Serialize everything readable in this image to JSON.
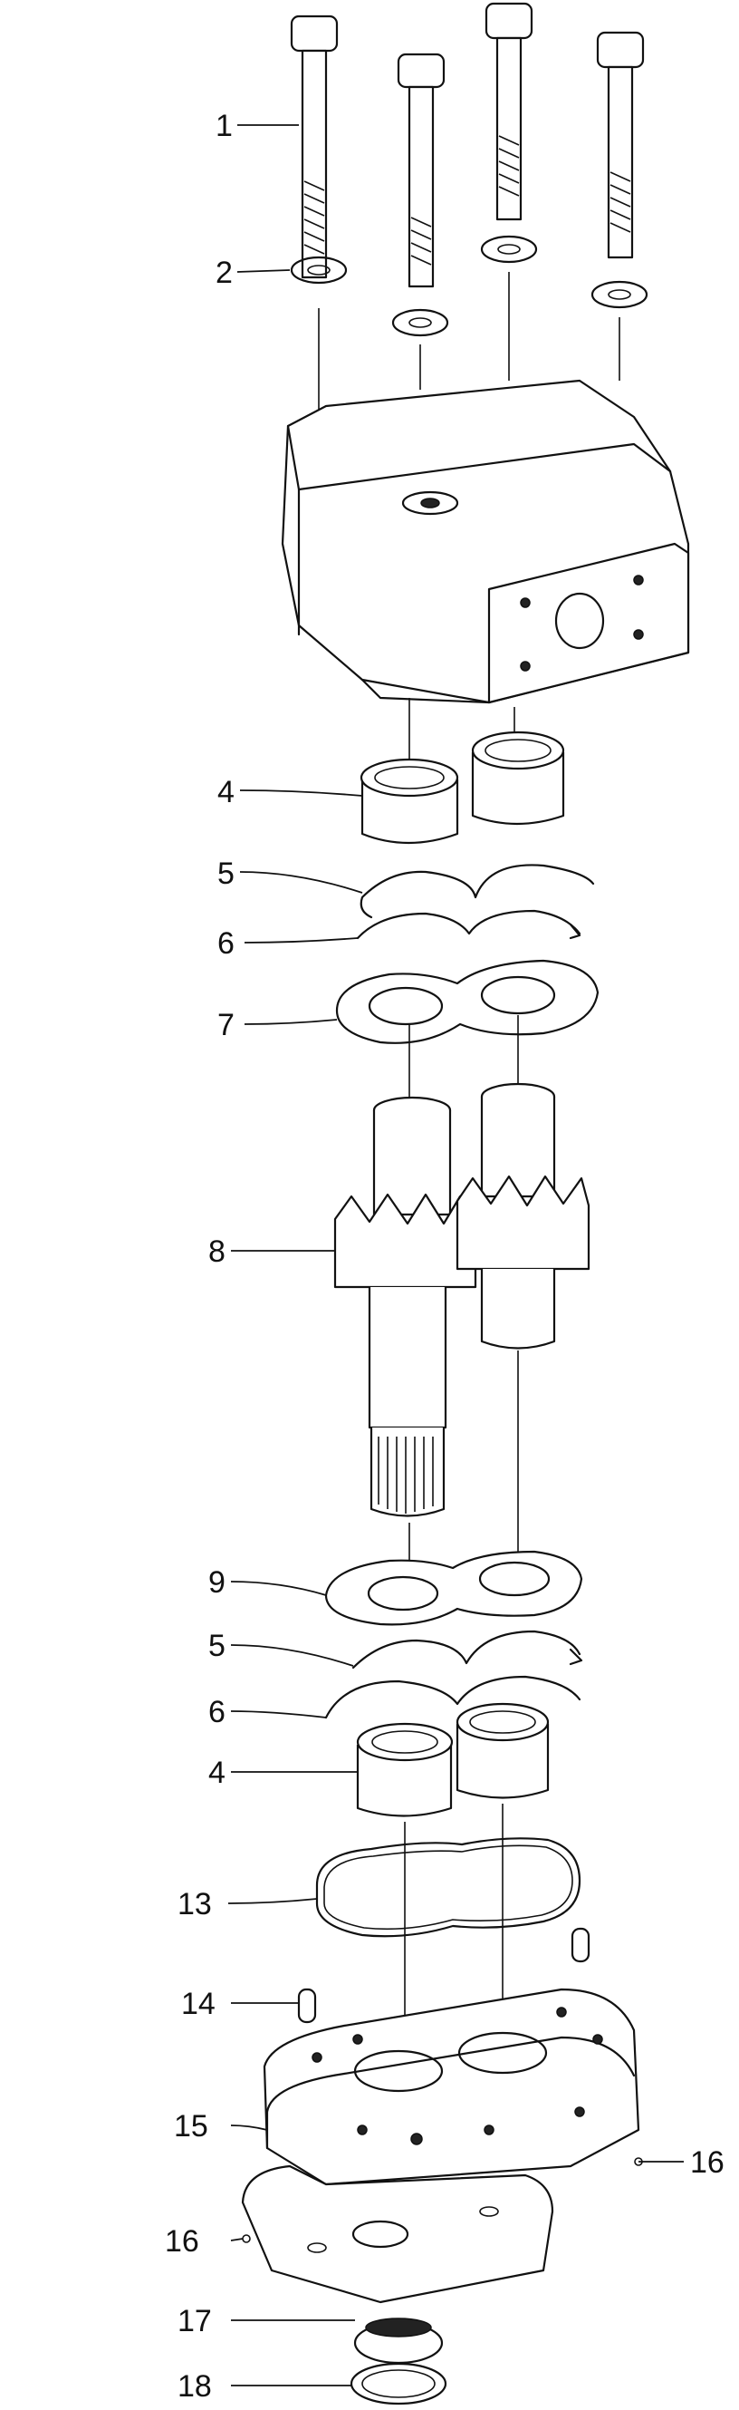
{
  "colors": {
    "ink": "#111111",
    "paper": "#ffffff"
  },
  "callouts": [
    {
      "id": "c1",
      "text": "1"
    },
    {
      "id": "c2",
      "text": "2"
    },
    {
      "id": "c4a",
      "text": "4"
    },
    {
      "id": "c5a",
      "text": "5"
    },
    {
      "id": "c6a",
      "text": "6"
    },
    {
      "id": "c7",
      "text": "7"
    },
    {
      "id": "c8",
      "text": "8"
    },
    {
      "id": "c9",
      "text": "9"
    },
    {
      "id": "c5b",
      "text": "5"
    },
    {
      "id": "c6b",
      "text": "6"
    },
    {
      "id": "c4b",
      "text": "4"
    },
    {
      "id": "c13",
      "text": "13"
    },
    {
      "id": "c14",
      "text": "14"
    },
    {
      "id": "c15",
      "text": "15"
    },
    {
      "id": "c16a",
      "text": "16"
    },
    {
      "id": "c16b",
      "text": "16"
    },
    {
      "id": "c17",
      "text": "17"
    },
    {
      "id": "c18",
      "text": "18"
    }
  ]
}
